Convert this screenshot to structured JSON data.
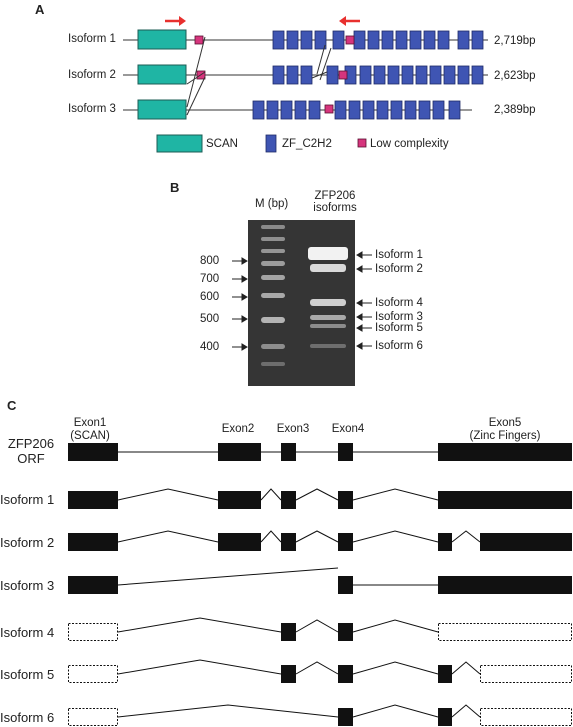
{
  "panel_a": {
    "label": "A",
    "isoforms": [
      {
        "name": "Isoform 1",
        "size": "2,719bp"
      },
      {
        "name": "Isoform 2",
        "size": "2,623bp"
      },
      {
        "name": "Isoform 3",
        "size": "2,389bp"
      }
    ],
    "legend": [
      {
        "label": "SCAN",
        "color": "#1fb5a4"
      },
      {
        "label": "ZF_C2H2",
        "color": "#3f55b3"
      },
      {
        "label": "Low complexity",
        "color": "#d6357d"
      }
    ],
    "primer_color": "#e8302e"
  },
  "panel_b": {
    "label": "B",
    "marker_title": "M (bp)",
    "sample_title_line1": "ZFP206",
    "sample_title_line2": "isoforms",
    "markers": [
      "800",
      "700",
      "600",
      "500",
      "400"
    ],
    "bands": [
      "Isoform 1",
      "Isoform 2",
      "Isoform 4",
      "Isoform 3",
      "Isoform 5",
      "Isoform 6"
    ]
  },
  "panel_c": {
    "label": "C",
    "exons": [
      {
        "line1": "Exon1",
        "line2": "(SCAN)"
      },
      {
        "line1": "Exon2",
        "line2": ""
      },
      {
        "line1": "Exon3",
        "line2": ""
      },
      {
        "line1": "Exon4",
        "line2": ""
      },
      {
        "line1": "Exon5",
        "line2": "(Zinc Fingers)"
      }
    ],
    "orf_line1": "ZFP206",
    "orf_line2": "ORF",
    "rows": [
      "Isoform 1",
      "Isoform 2",
      "Isoform 3",
      "Isoform 4",
      "Isoform 5",
      "Isoform 6"
    ]
  }
}
